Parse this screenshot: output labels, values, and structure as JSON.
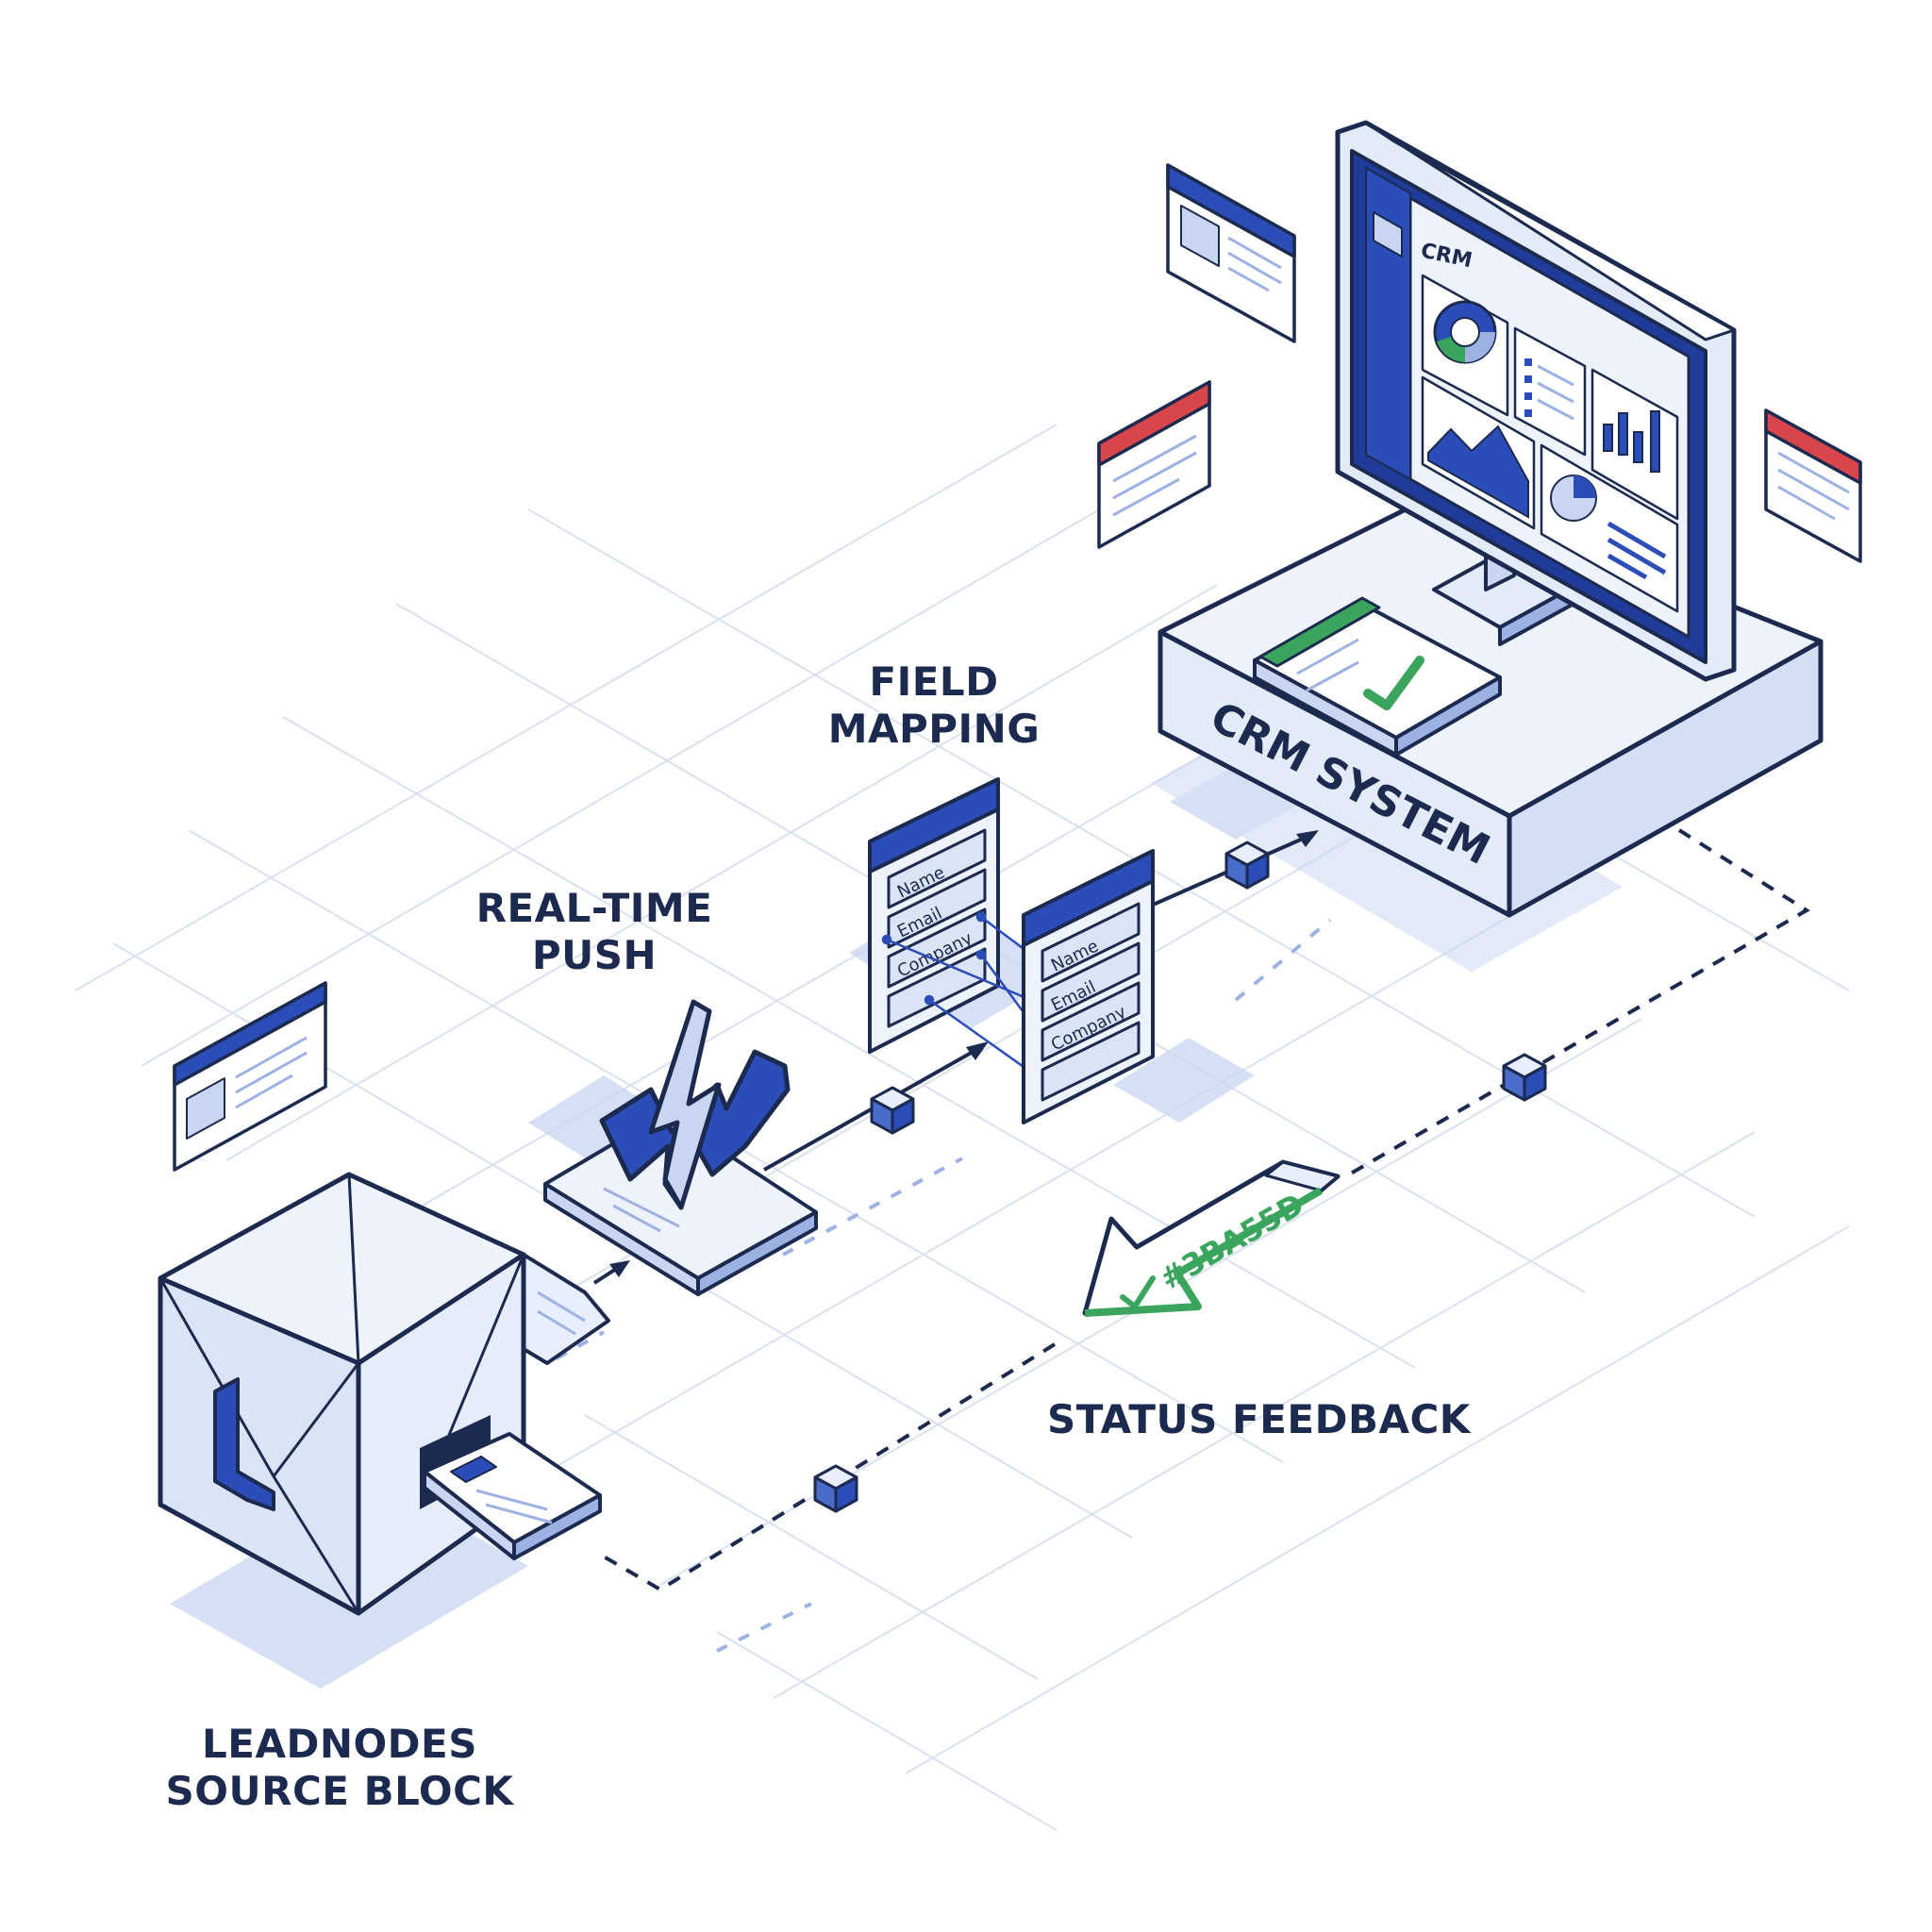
{
  "colors": {
    "navy": "#1b2a4e",
    "accent_blue": "#2a4db8",
    "light_blue": "#c9d6f2",
    "pale_blue": "#e8eefb",
    "grid": "#d3dcef",
    "success_green": "#3ba55d",
    "alert_red": "#d8454a"
  },
  "labels": {
    "field_mapping": [
      "FIELD",
      "MAPPING"
    ],
    "real_time_push": [
      "REAL-TIME",
      "PUSH"
    ],
    "status_feedback": "STATUS FEEDBACK",
    "source_block": [
      "LEADNODES",
      "SOURCE BLOCK"
    ],
    "crm_system": "CRM SYSTEM"
  },
  "crm_screen": {
    "title": "CRM"
  },
  "mapping_fields": {
    "left_card": [
      "Name",
      "Email",
      "Company"
    ],
    "right_card": [
      "Name",
      "Email",
      "Company"
    ]
  },
  "status_arrow": {
    "text": "#3BA55D"
  },
  "icons": {
    "source": "leadnodes-cube-icon",
    "push": "lightning-bolt-icon",
    "crm": "monitor-icon",
    "check": "check-icon",
    "packet": "data-packet-icon"
  }
}
